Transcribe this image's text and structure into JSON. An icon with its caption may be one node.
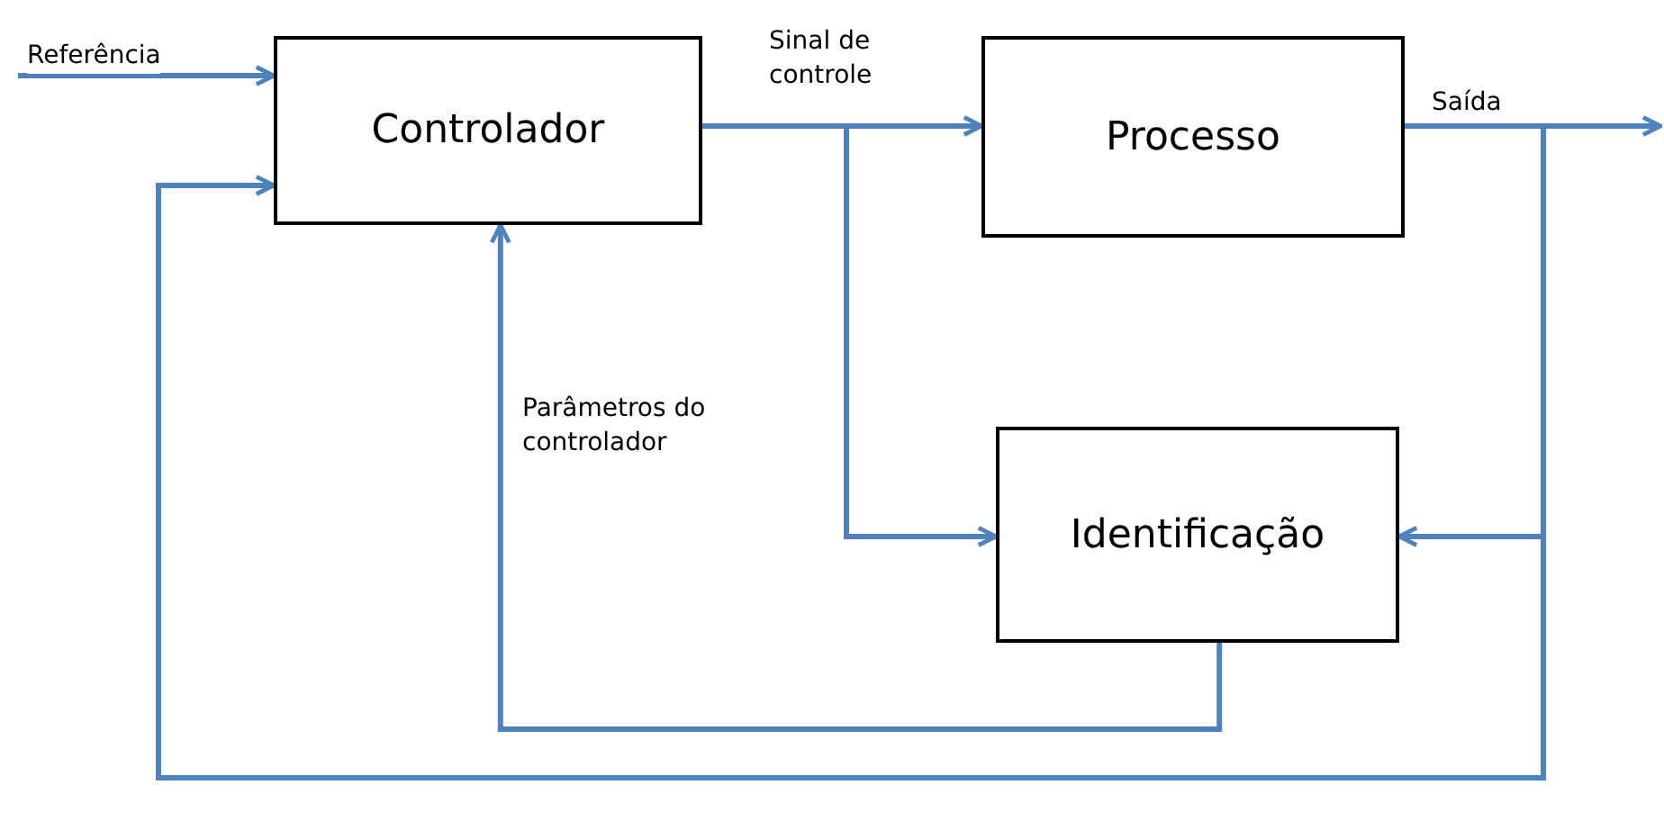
{
  "diagram": {
    "nodes": [
      {
        "text": [
          "Controlador"
        ]
      },
      {
        "text": [
          "Processo"
        ]
      },
      {
        "text": [
          "Identificação"
        ]
      }
    ],
    "edges": [
      {
        "from": null,
        "to": 0,
        "arrow": "to",
        "label": "Referência"
      },
      {
        "from": 0,
        "to": 1,
        "arrow": "to",
        "label": "Sinal de controle"
      },
      {
        "from": 1,
        "to": null,
        "arrow": "to",
        "label": "Saída"
      },
      {
        "from": 0,
        "to": 2,
        "arrow": "to"
      },
      {
        "from": 1,
        "to": 2,
        "arrow": "to"
      },
      {
        "from": 1,
        "to": 0,
        "arrow": "to"
      },
      {
        "from": 2,
        "to": 0,
        "arrow": "to",
        "label": "Parâmetros do controlador"
      }
    ]
  }
}
